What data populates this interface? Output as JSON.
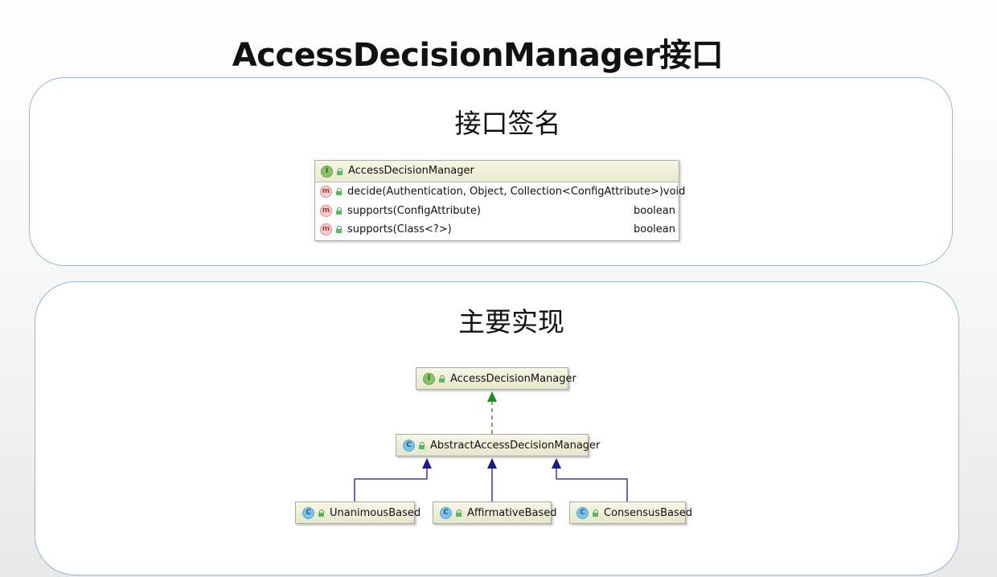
{
  "title": "AccessDecisionManager接口",
  "signature_section": {
    "heading": "接口签名",
    "interface_name": "AccessDecisionManager",
    "interface_badge": "I",
    "methods": [
      {
        "badge": "m",
        "signature": "decide(Authentication, Object, Collection<ConfigAttribute>)",
        "return_type": "void"
      },
      {
        "badge": "m",
        "signature": "supports(ConfigAttribute)",
        "return_type": "boolean"
      },
      {
        "badge": "m",
        "signature": "supports(Class<?>)",
        "return_type": "boolean"
      }
    ]
  },
  "implementation_section": {
    "heading": "主要实现",
    "interface_node": {
      "badge": "I",
      "name": "AccessDecisionManager"
    },
    "abstract_node": {
      "badge": "C",
      "name": "AbstractAccessDecisionManager"
    },
    "concrete_nodes": [
      {
        "badge": "C",
        "name": "UnanimousBased"
      },
      {
        "badge": "C",
        "name": "AffirmativeBased"
      },
      {
        "badge": "C",
        "name": "ConsensusBased"
      }
    ]
  },
  "colors": {
    "panel_border": "#9ab4d6",
    "implements_arrow": "#2e9b2e",
    "extends_arrow": "#1a1a8c"
  }
}
